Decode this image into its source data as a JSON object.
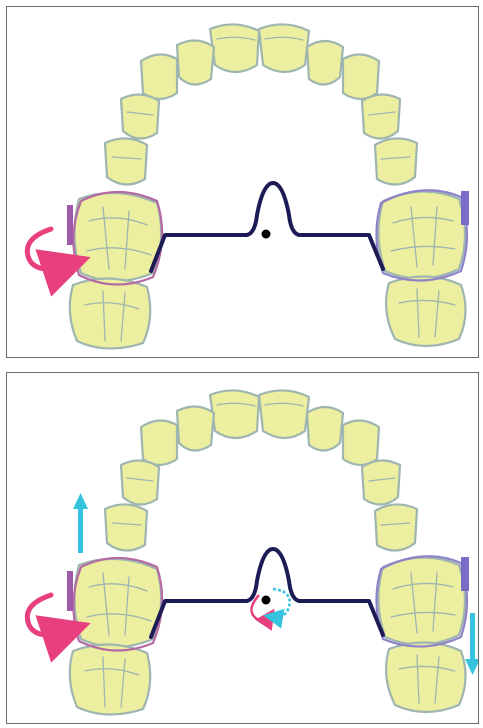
{
  "figure": {
    "panels": [
      {
        "id": "panel-1",
        "arrows": [
          "pink-rotation-arrow-left"
        ]
      },
      {
        "id": "panel-2",
        "arrows": [
          "pink-rotation-arrow-left",
          "cyan-up-arrow-left",
          "cyan-down-arrow-right",
          "pink-moment-arrow-center",
          "cyan-moment-arrow-center"
        ]
      }
    ],
    "colors": {
      "tooth_fill": "#ecef9f",
      "tooth_outline": "#9fb5b0",
      "wire": "#1c1b55",
      "band_left": "#b46aa2",
      "band_right": "#8e83c8",
      "rotation_arrow": "#e8407f",
      "translation_arrow": "#35c3e0",
      "tab_left": "#9c5aa8",
      "tab_right": "#7a6bc4"
    }
  }
}
